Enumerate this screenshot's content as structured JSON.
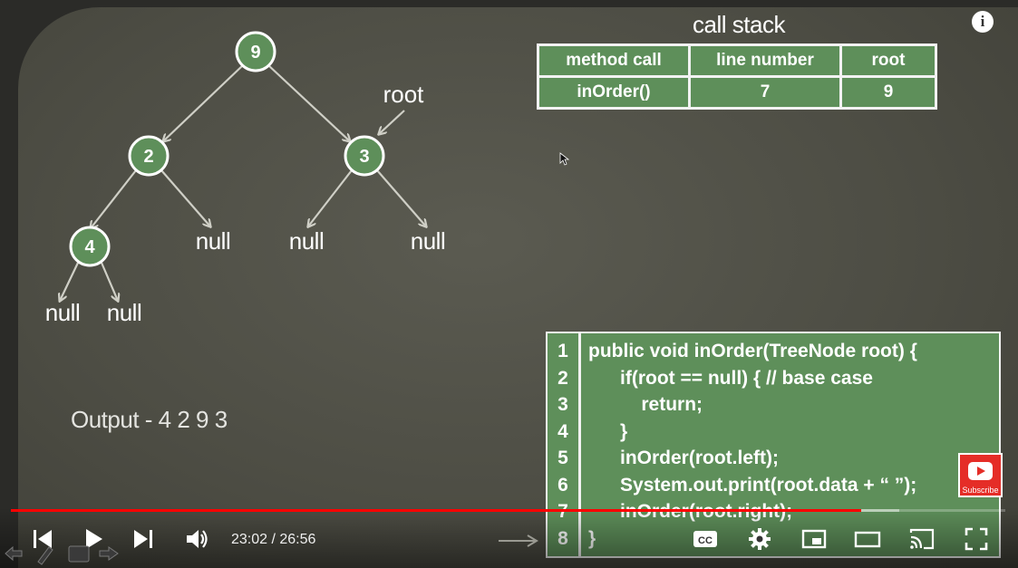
{
  "tree": {
    "nodes": [
      "9",
      "2",
      "3",
      "4"
    ],
    "null_labels": [
      "null",
      "null",
      "null",
      "null",
      "null"
    ],
    "pointer_label": "root"
  },
  "output_text": "Output - 4 2 9 3",
  "call_stack": {
    "title": "call stack",
    "headers": [
      "method call",
      "line number",
      "root"
    ],
    "row": [
      "inOrder()",
      "7",
      "9"
    ]
  },
  "code": {
    "line_numbers": [
      "1",
      "2",
      "3",
      "4",
      "5",
      "6",
      "7",
      "8"
    ],
    "lines": [
      "public void inOrder(TreeNode root) {",
      "      if(root == null) { // base case",
      "          return;",
      "      }",
      "      inOrder(root.left);",
      "      System.out.print(root.data + “ ”);",
      "      inOrder(root.right);",
      "}"
    ]
  },
  "subscribe_label": "Subscribe",
  "info_icon": "i",
  "player": {
    "current_time": "23:02",
    "duration": "26:56",
    "time_display": "23:02 / 26:56",
    "progress_fraction": 0.855,
    "buffered_fraction": 0.893,
    "progress_color": "#ff0000"
  },
  "colors": {
    "node_fill": "#5e8f5a",
    "node_stroke": "#ffffff",
    "table_fill": "#5e8f5a"
  }
}
